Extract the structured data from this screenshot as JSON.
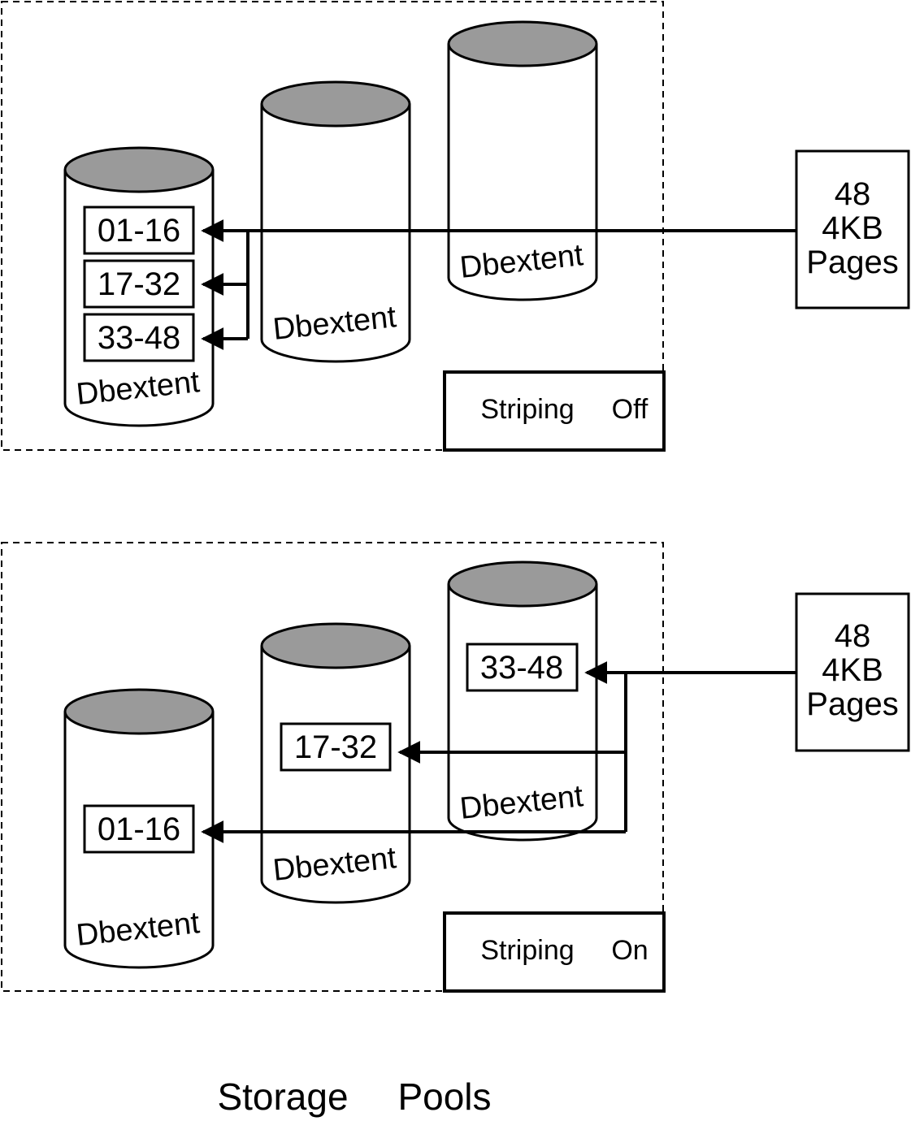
{
  "cylinder_label": "Dbextent",
  "source_label": [
    "48",
    "4KB",
    "Pages"
  ],
  "title": [
    "Storage",
    "Pools"
  ],
  "panels": [
    {
      "mode": [
        "Striping",
        "Off"
      ],
      "blocks": [
        "01-16",
        "17-32",
        "33-48"
      ]
    },
    {
      "mode": [
        "Striping",
        "On"
      ],
      "blocks": [
        "33-48",
        "17-32",
        "01-16"
      ]
    }
  ],
  "colors": {
    "cylinder_top": "#9a9a9a",
    "stroke": "#000000"
  }
}
